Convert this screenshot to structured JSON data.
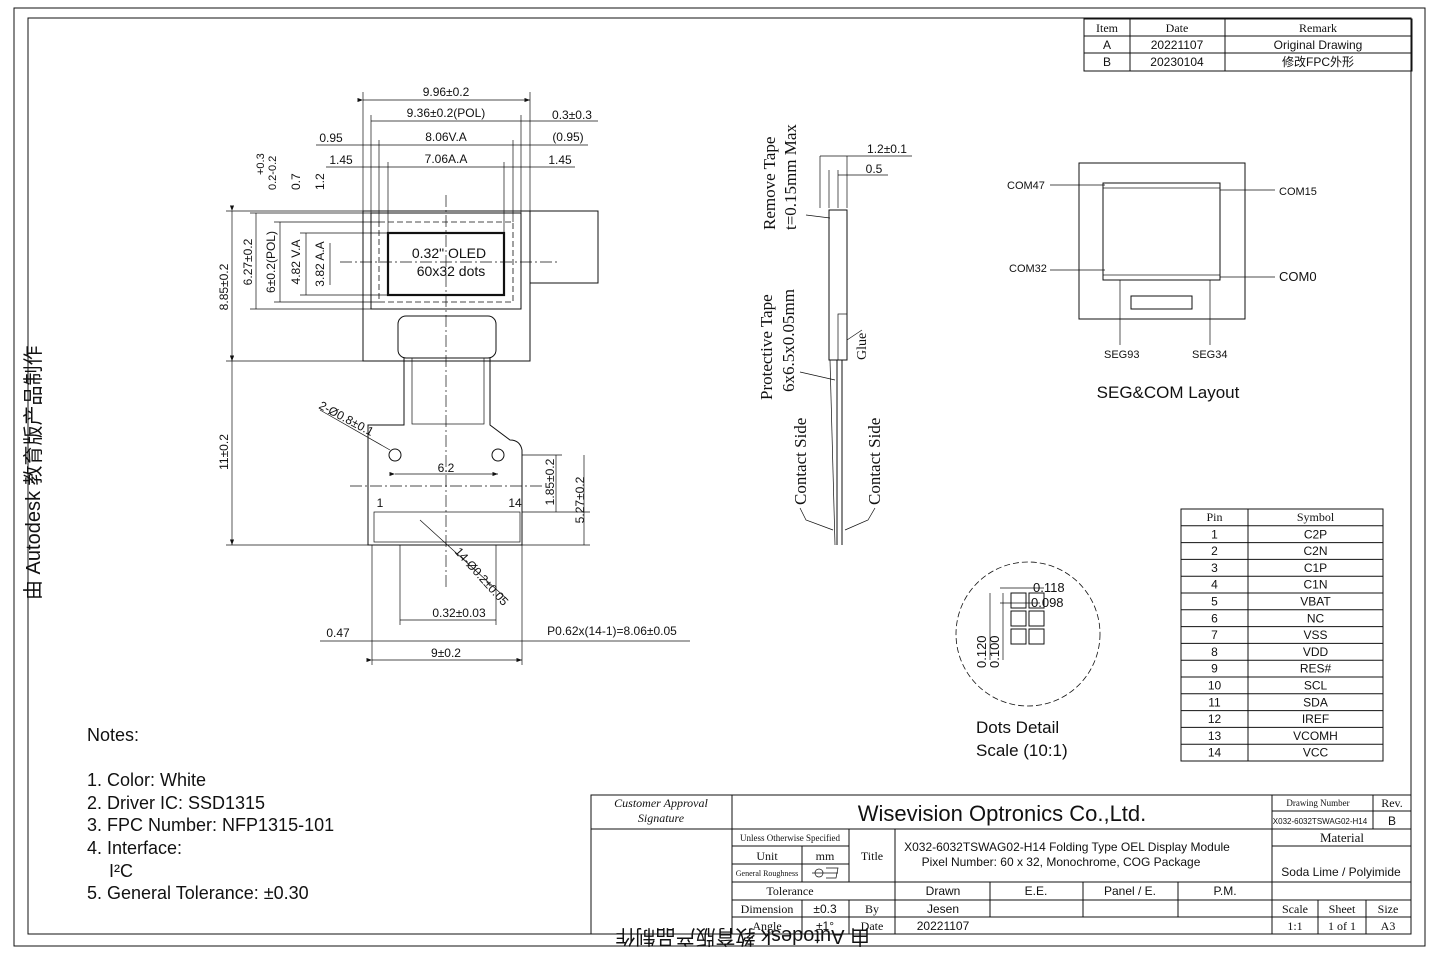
{
  "revision_table": {
    "headers": [
      "Item",
      "Date",
      "Remark"
    ],
    "rows": [
      [
        "A",
        "20221107",
        "Original Drawing"
      ],
      [
        "B",
        "20230104",
        "修改FPC外形"
      ]
    ]
  },
  "watermark": "由 Autodesk 教育版产品制作",
  "dimensions": {
    "w_total": "9.96±0.2",
    "w_pol": "9.36±0.2(POL)",
    "w_va": "8.06V.A",
    "w_aa": "7.06A.A",
    "l_095": "0.95",
    "l_145": "1.45",
    "r_03": "0.3±0.3",
    "r_095": "(0.95)",
    "r_145": "1.45",
    "tol": "+0.3",
    "tol2": "0.2-0.2",
    "d07": "0.7",
    "d12": "1.2",
    "h_total": "8.85±0.2",
    "h_627": "6.27±0.2",
    "h_pol": "6±0.2(POL)",
    "h_va": "4.82 V.A",
    "h_aa": "3.82 A.A",
    "h_fpc": "11±0.2",
    "holes": "2-Ø0.8±0.1",
    "d62": "6.2",
    "d185": "1.85±0.2",
    "d527": "5.27±0.2",
    "pins_dia": "14-Ø0.2±0.05",
    "d032": "0.32±0.03",
    "d047": "0.47",
    "pitch": "P0.62x(14-1)=8.06±0.05",
    "w_fpc": "9±0.2",
    "pin_first": "1",
    "pin_last": "14"
  },
  "panel_text": [
    "0.32\" OLED",
    "60x32 dots"
  ],
  "side_view": {
    "remove_tape": [
      "Remove Tape",
      "t=0.15mm Max"
    ],
    "protective_tape": [
      "Protective Tape",
      "6x6.5x0.05mm"
    ],
    "glue": "Glue",
    "contact_left": "Contact Side",
    "contact_right": "Contact Side",
    "d12": "1.2±0.1",
    "d05": "0.5"
  },
  "seg_com": {
    "labels": {
      "com47": "COM47",
      "com15": "COM15",
      "com32": "COM32",
      "com0": "COM0",
      "seg93": "SEG93",
      "seg34": "SEG34"
    },
    "title": "SEG&COM  Layout"
  },
  "dots_detail": {
    "title": "Dots Detail",
    "scale": "Scale (10:1)",
    "d0118": "0.118",
    "d0098": "0.098",
    "d0120": "0.120",
    "d0100": "0.100"
  },
  "pin_table": {
    "headers": [
      "Pin",
      "Symbol"
    ],
    "rows": [
      [
        "1",
        "C2P"
      ],
      [
        "2",
        "C2N"
      ],
      [
        "3",
        "C1P"
      ],
      [
        "4",
        "C1N"
      ],
      [
        "5",
        "VBAT"
      ],
      [
        "6",
        "NC"
      ],
      [
        "7",
        "VSS"
      ],
      [
        "8",
        "VDD"
      ],
      [
        "9",
        "RES#"
      ],
      [
        "10",
        "SCL"
      ],
      [
        "11",
        "SDA"
      ],
      [
        "12",
        "IREF"
      ],
      [
        "13",
        "VCOMH"
      ],
      [
        "14",
        "VCC"
      ]
    ]
  },
  "notes": {
    "title": "Notes:",
    "items": [
      "1. Color: White",
      "2. Driver IC: SSD1315",
      "3. FPC Number: NFP1315-101",
      "4. Interface:",
      "I²C",
      "5. General Tolerance: ±0.30"
    ]
  },
  "title_block": {
    "customer_approval": [
      "Customer Approval",
      "Signature"
    ],
    "company": "Wisevision Optronics Co.,Ltd.",
    "drawing_number_label": "Drawing Number",
    "drawing_number": "X032-6032TSWAG02-H14",
    "rev_label": "Rev.",
    "rev": "B",
    "unless": "Unless Otherwise Specified",
    "unit_label": "Unit",
    "unit": "mm",
    "roughness": "General Roughness",
    "title_label": "Title",
    "title_lines": [
      "X032-6032TSWAG02-H14 Folding Type OEL Display Module",
      "Pixel Number: 60 x 32, Monochrome, COG Package"
    ],
    "material_label": "Material",
    "material": "Soda Lime / Polyimide",
    "tolerance_label": "Tolerance",
    "drawn": "Drawn",
    "ee": "E.E.",
    "panel_e": "Panel / E.",
    "pm": "P.M.",
    "dimension_label": "Dimension",
    "dimension_tol": "±0.3",
    "by_label": "By",
    "by": "Jesen",
    "angle_label": "Angle",
    "angle_tol": "±1°",
    "date_label": "Date",
    "date": "20221107",
    "scale_label": "Scale",
    "sheet_label": "Sheet",
    "size_label": "Size",
    "scale": "1:1",
    "sheet": "1 of 1",
    "size": "A3"
  }
}
